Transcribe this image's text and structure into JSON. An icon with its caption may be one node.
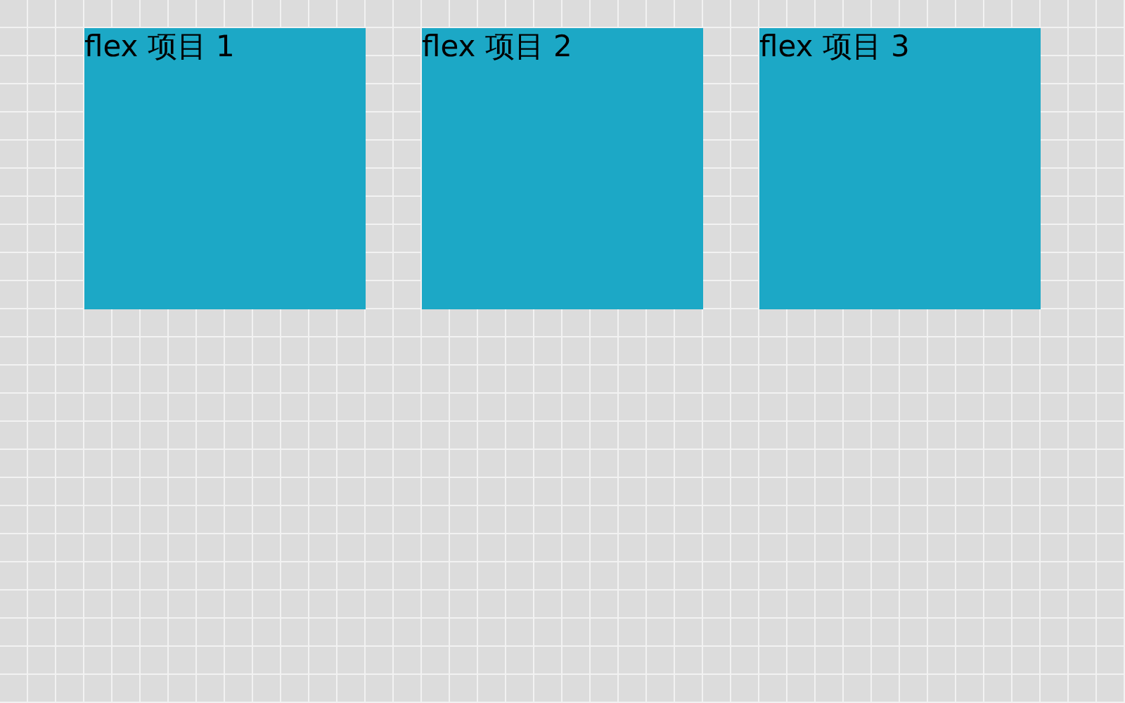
{
  "diagram": {
    "nodes": [
      {
        "text": [
          "flex 项目 1"
        ]
      },
      {
        "text": [
          "flex 项目 2"
        ]
      },
      {
        "text": [
          "flex 项目 3"
        ]
      }
    ]
  }
}
